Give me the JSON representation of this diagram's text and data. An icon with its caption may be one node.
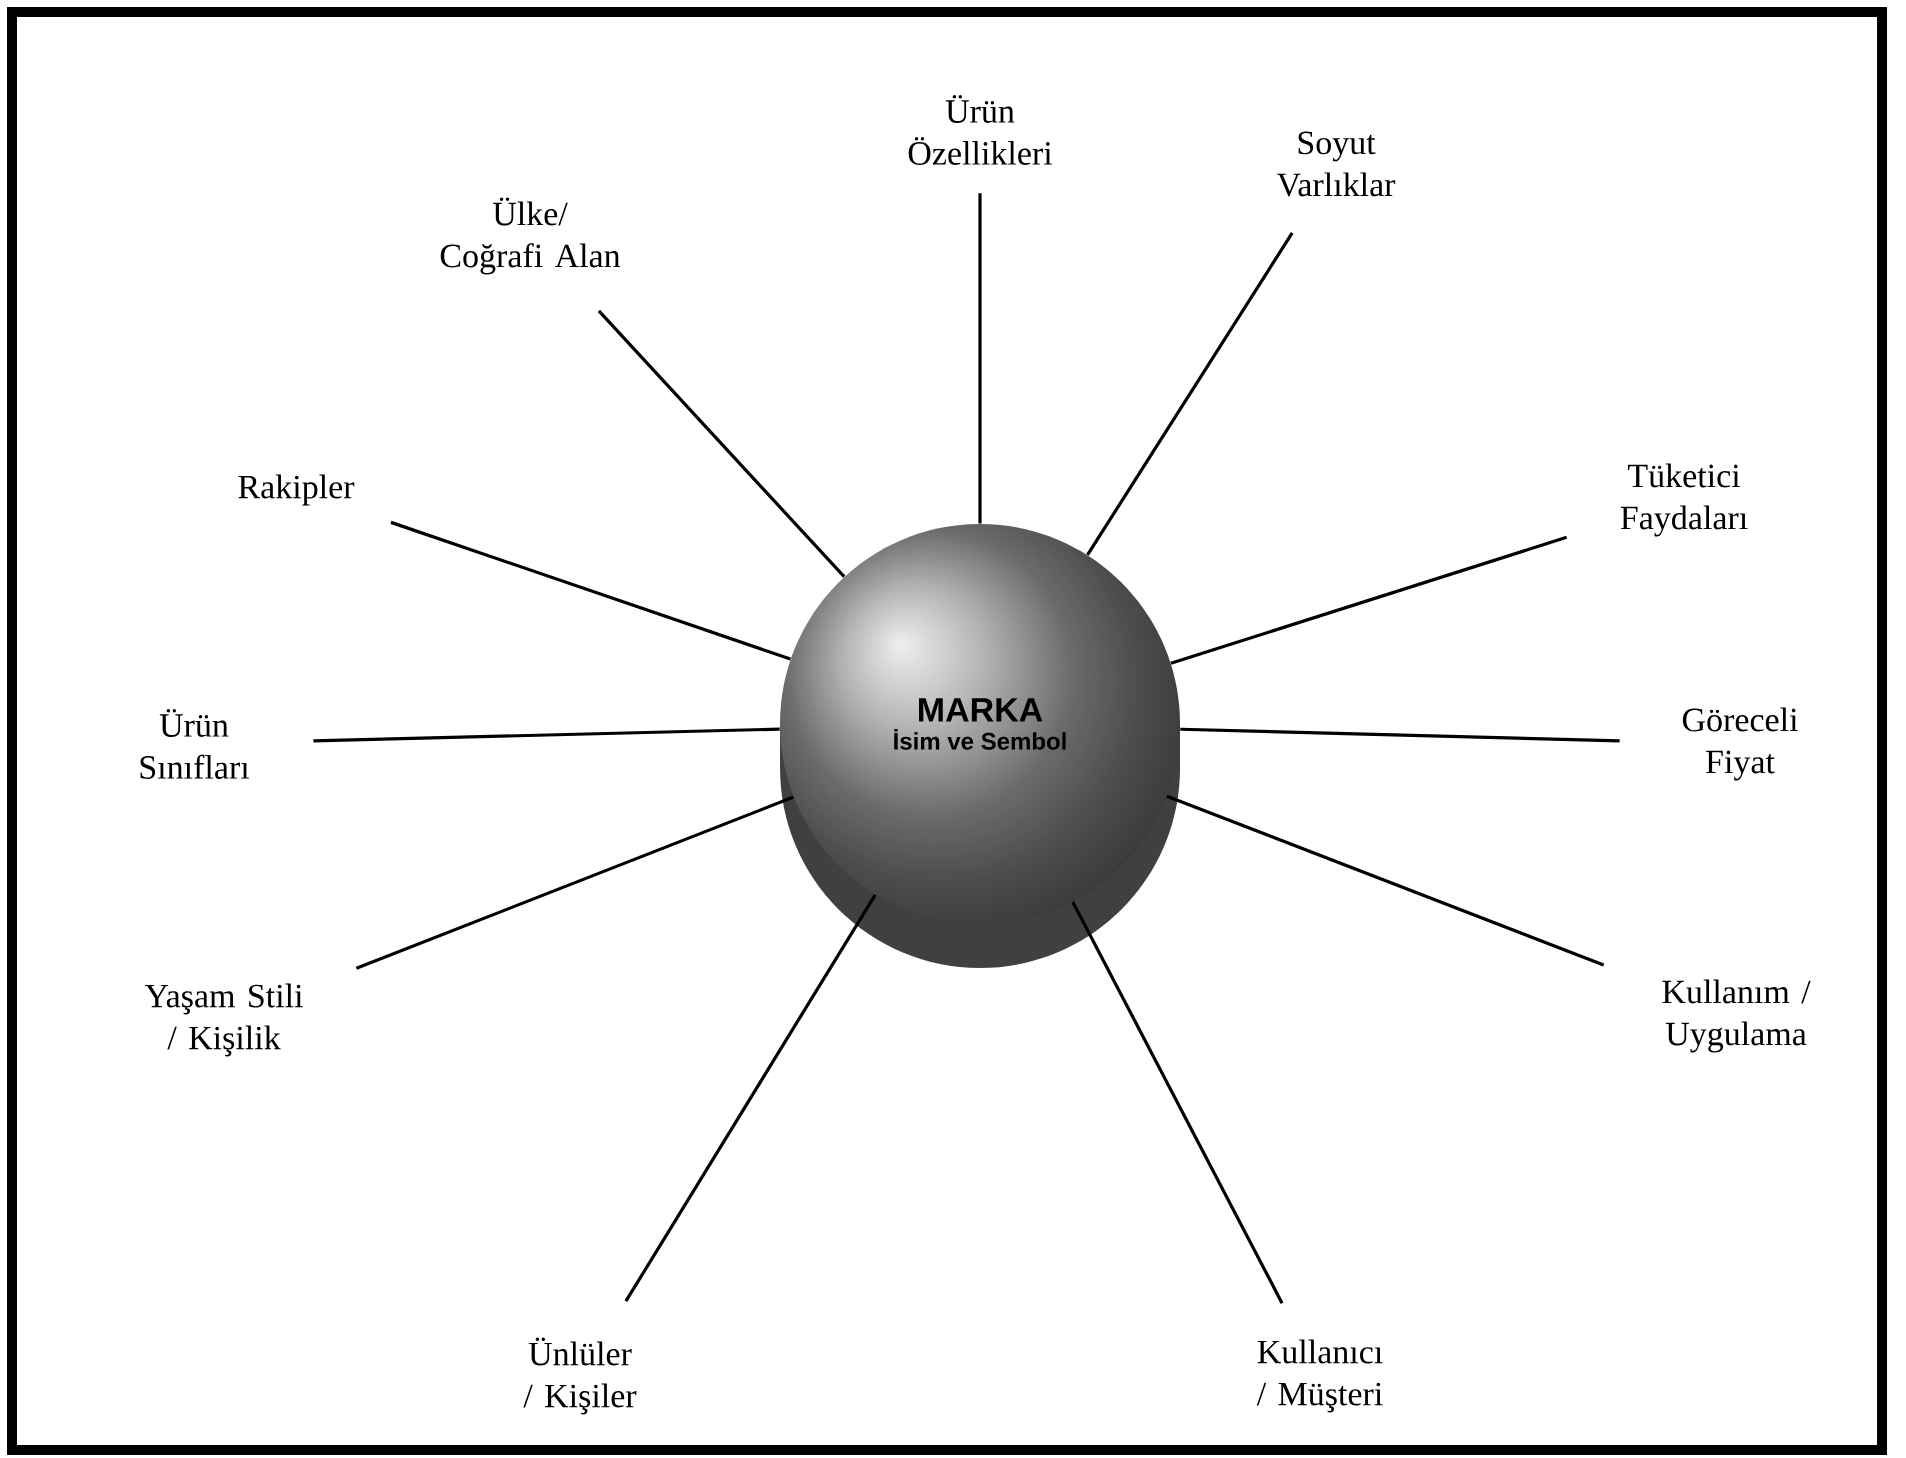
{
  "diagram": {
    "nodes": [
      {
        "text": [
          "MARKA",
          "İsim ve Sembol"
        ]
      },
      {
        "text": [
          "Ürün Özellikleri"
        ]
      },
      {
        "text": [
          "Soyut Varlıklar"
        ]
      },
      {
        "text": [
          "Tüketici Faydaları"
        ]
      },
      {
        "text": [
          "Göreceli Fiyat"
        ]
      },
      {
        "text": [
          "Kullanım / Uygulama"
        ]
      },
      {
        "text": [
          "Kullanıcı / Müşteri"
        ]
      },
      {
        "text": [
          "Ünlüler / Kişiler"
        ]
      },
      {
        "text": [
          "Yaşam Stili / Kişilik"
        ]
      },
      {
        "text": [
          "Ürün Sınıfları"
        ]
      },
      {
        "text": [
          "Rakipler"
        ]
      },
      {
        "text": [
          "Ülke/ Coğrafi Alan"
        ]
      }
    ],
    "edges": [
      {
        "from": 0,
        "to": 1,
        "arrow": "none"
      },
      {
        "from": 0,
        "to": 2,
        "arrow": "none"
      },
      {
        "from": 0,
        "to": 3,
        "arrow": "none"
      },
      {
        "from": 0,
        "to": 4,
        "arrow": "none"
      },
      {
        "from": 0,
        "to": 5,
        "arrow": "none"
      },
      {
        "from": 0,
        "to": 6,
        "arrow": "none"
      },
      {
        "from": 0,
        "to": 7,
        "arrow": "none"
      },
      {
        "from": 0,
        "to": 8,
        "arrow": "none"
      },
      {
        "from": 0,
        "to": 9,
        "arrow": "none"
      },
      {
        "from": 0,
        "to": 10,
        "arrow": "none"
      },
      {
        "from": 0,
        "to": 11,
        "arrow": "none"
      }
    ]
  }
}
